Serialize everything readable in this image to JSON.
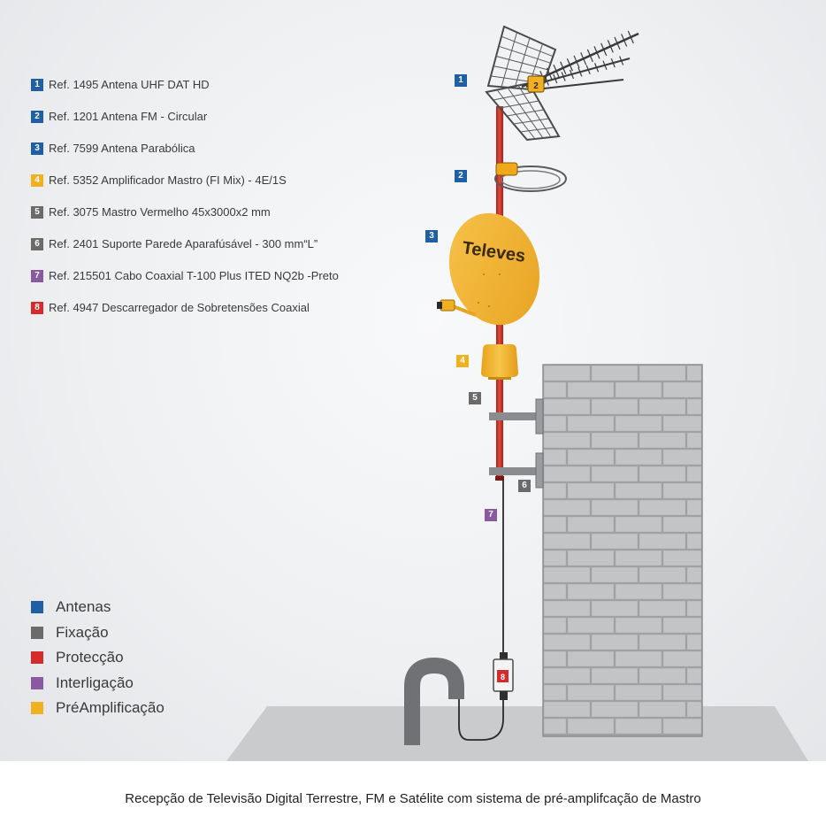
{
  "colors": {
    "antenas": "#1f5fa5",
    "fixacao": "#6b6b6b",
    "proteccao": "#d52b2b",
    "interligacao": "#8a5aa0",
    "preamplificacao": "#f0b020"
  },
  "references": [
    {
      "num": "1",
      "text": "Ref. 1495 Antena UHF DAT HD",
      "color": "#1f5fa5"
    },
    {
      "num": "2",
      "text": "Ref. 1201 Antena  FM - Circular",
      "color": "#1f5fa5"
    },
    {
      "num": "3",
      "text": "Ref. 7599 Antena  Parabólica",
      "color": "#1f5fa5"
    },
    {
      "num": "4",
      "text": "Ref. 5352 Amplificador Mastro (FI Mix) - 4E/1S",
      "color": "#f0b020"
    },
    {
      "num": "5",
      "text": "Ref. 3075 Mastro Vermelho 45x3000x2 mm",
      "color": "#6b6b6b"
    },
    {
      "num": "6",
      "text": "Ref. 2401 Suporte Parede Aparafúsável - 300 mm“L”",
      "color": "#6b6b6b"
    },
    {
      "num": "7",
      "text": "Ref. 215501 Cabo Coaxial T-100 Plus ITED NQ2b -Preto",
      "color": "#8a5aa0"
    },
    {
      "num": "8",
      "text": "Ref. 4947 Descarregador de Sobretensões Coaxial",
      "color": "#d52b2b"
    }
  ],
  "legend": [
    {
      "label": "Antenas",
      "color": "#1f5fa5"
    },
    {
      "label": "Fixação",
      "color": "#6b6b6b"
    },
    {
      "label": "Protecção",
      "color": "#d52b2b"
    },
    {
      "label": "Interligação",
      "color": "#8a5aa0"
    },
    {
      "label": "PréAmplificação",
      "color": "#f0b020"
    }
  ],
  "dish_brand": "Televes",
  "amplifier_mark": "2",
  "surge_protector_mark": "8",
  "caption": "Recepção de Televisão Digital Terrestre, FM e Satélite com sistema de pré-amplifcação de Mastro"
}
